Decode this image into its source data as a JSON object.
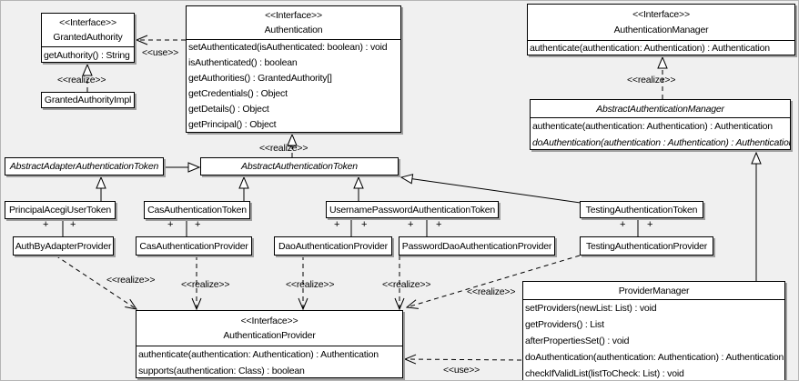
{
  "diagram": {
    "label_use": "<<use>>",
    "label_realize": "<<realize>>",
    "label_plus": "+"
  },
  "classes": {
    "granted_authority": {
      "stereotype": "<<Interface>>",
      "name": "GrantedAuthority",
      "methods": [
        "getAuthority() : String"
      ]
    },
    "granted_authority_impl": {
      "name": "GrantedAuthorityImpl"
    },
    "authentication": {
      "stereotype": "<<Interface>>",
      "name": "Authentication",
      "methods": [
        "setAuthenticated(isAuthenticated: boolean) : void",
        "isAuthenticated() : boolean",
        "getAuthorities() : GrantedAuthority[]",
        "getCredentials() : Object",
        "getDetails() : Object",
        "getPrincipal() : Object"
      ]
    },
    "authentication_manager": {
      "stereotype": "<<Interface>>",
      "name": "AuthenticationManager",
      "methods": [
        "authenticate(authentication: Authentication) : Authentication"
      ]
    },
    "abstract_authentication_manager": {
      "name": "AbstractAuthenticationManager",
      "methods": [
        "authenticate(authentication: Authentication) : Authentication",
        "doAuthentication(authentication : Authentication) : Authentication"
      ]
    },
    "abstract_adapter_authentication_token": {
      "name": "AbstractAdapterAuthenticationToken"
    },
    "abstract_authentication_token": {
      "name": "AbstractAuthenticationToken"
    },
    "principal_acegi_user_token": {
      "name": "PrincipalAcegiUserToken"
    },
    "cas_authentication_token": {
      "name": "CasAuthenticationToken"
    },
    "username_password_authentication_token": {
      "name": "UsernamePasswordAuthenticationToken"
    },
    "testing_authentication_token": {
      "name": "TestingAuthenticationToken"
    },
    "auth_by_adapter_provider": {
      "name": "AuthByAdapterProvider"
    },
    "cas_authentication_provider": {
      "name": "CasAuthenticationProvider"
    },
    "dao_authentication_provider": {
      "name": "DaoAuthenticationProvider"
    },
    "password_dao_authentication_provider": {
      "name": "PasswordDaoAuthenticationProvider"
    },
    "testing_authentication_provider": {
      "name": "TestingAuthenticationProvider"
    },
    "authentication_provider": {
      "stereotype": "<<Interface>>",
      "name": "AuthenticationProvider",
      "methods": [
        "authenticate(authentication: Authentication) : Authentication",
        "supports(authentication: Class) : boolean"
      ]
    },
    "provider_manager": {
      "name": "ProviderManager",
      "methods": [
        "setProviders(newList: List) : void",
        "getProviders() : List",
        "afterPropertiesSet() : void",
        "doAuthentication(authentication: Authentication) : Authentication",
        "checkIfValidList(listToCheck: List) : void"
      ]
    }
  }
}
